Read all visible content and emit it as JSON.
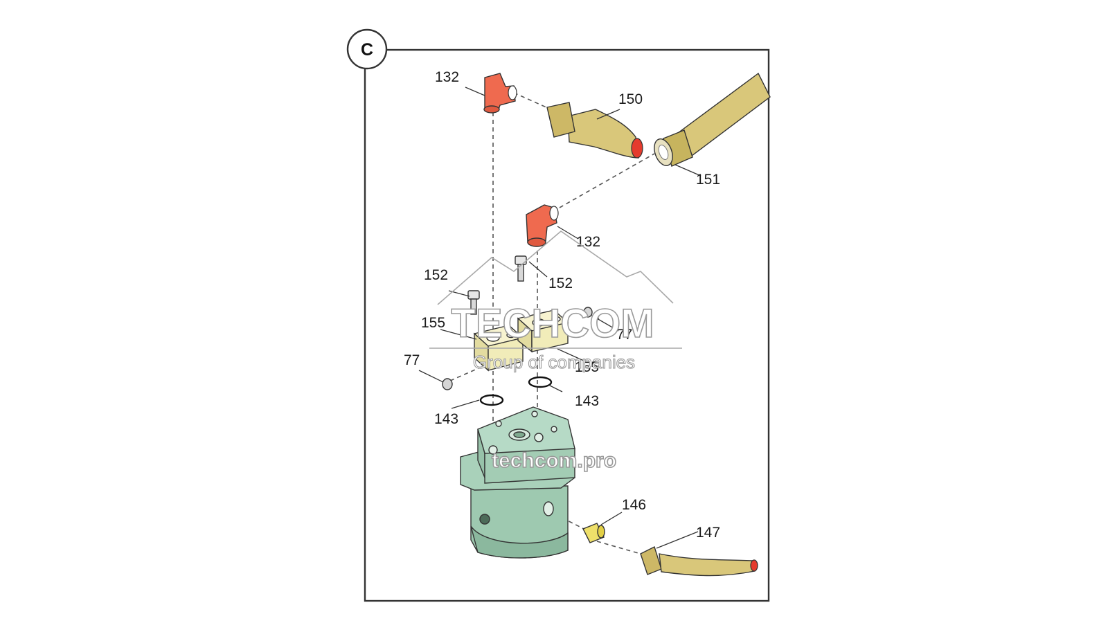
{
  "section_letter": "C",
  "callouts": {
    "elbow_top": "132",
    "hose_150": "150",
    "hose_151": "151",
    "elbow_mid": "132",
    "bolt_left": "152",
    "bolt_right": "152",
    "block_left": "155",
    "block_right": "155",
    "plug_left": "77",
    "plug_right": "77",
    "oring_left": "143",
    "oring_right": "143",
    "adapter_146": "146",
    "hose_147": "147"
  },
  "watermark": {
    "brand": "TECHCOM",
    "tagline": "Group of companies",
    "site": "techcom.pro"
  },
  "colors": {
    "elbow": "#ef6a4f",
    "hose": "#d9c77a",
    "block": "#f1ecb9",
    "valve_body": "#9ec9b0",
    "adapter": "#efe06a",
    "frame": "#333333"
  }
}
